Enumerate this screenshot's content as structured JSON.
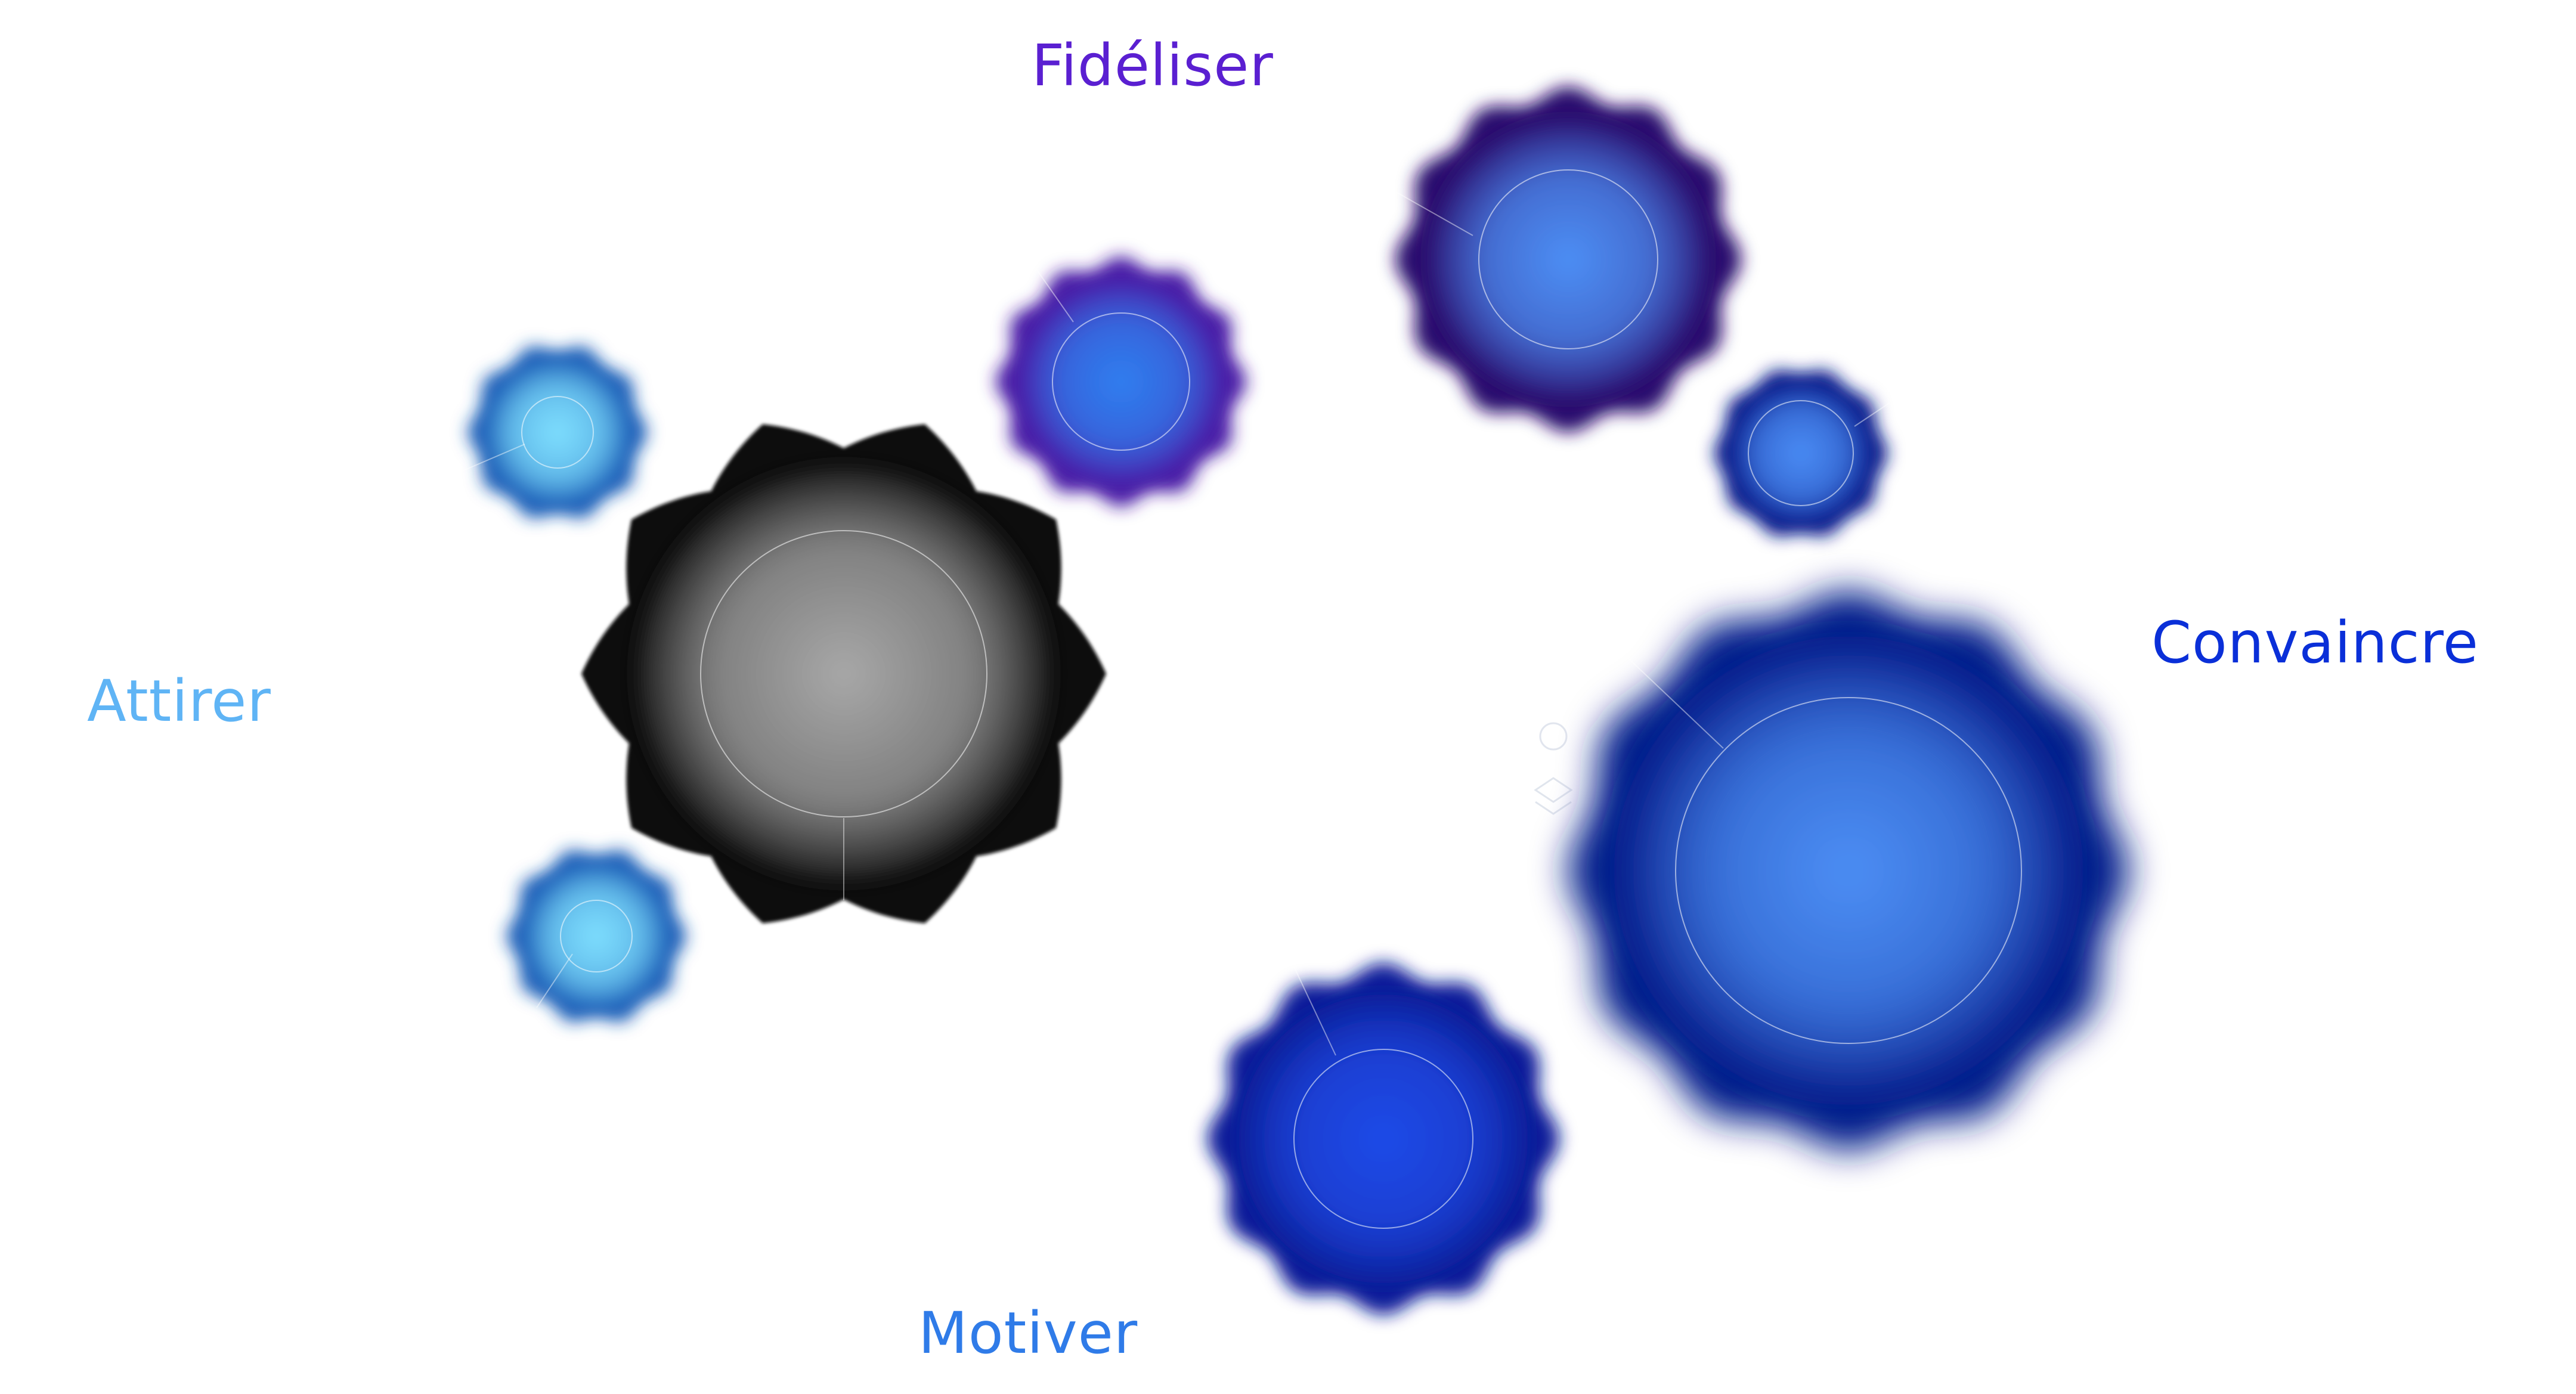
{
  "labels": {
    "attirer": "Attirer",
    "fideliser": "Fidéliser",
    "convaincre": "Convaincre",
    "motiver": "Motiver"
  },
  "colors": {
    "attirer": "#5fb4f5",
    "fideliser": "#5a1fd1",
    "convaincre": "#0a2fd8",
    "motiver": "#2f7be8",
    "background": "#ffffff",
    "hub_dark": "#111111",
    "hub_light": "#b3b3b3",
    "ring": "#ffffff"
  },
  "gears": [
    {
      "id": "hub",
      "color_edge": "#111111",
      "color_center": "#a8a8a8",
      "style": "sharp"
    },
    {
      "id": "attirer-top",
      "color_edge": "#1b5fb8",
      "color_center": "#7fe0ff",
      "style": "soft"
    },
    {
      "id": "attirer-bottom",
      "color_edge": "#1b5fb8",
      "color_center": "#7fe0ff",
      "style": "soft"
    },
    {
      "id": "fideliser-small",
      "color_edge": "#4a1aa6",
      "color_center": "#2f7ff0",
      "style": "soft"
    },
    {
      "id": "fideliser-large",
      "color_edge": "#2a0d6e",
      "color_center": "#4d8ff5",
      "style": "soft"
    },
    {
      "id": "convaincre-small",
      "color_edge": "#081c8c",
      "color_center": "#4a8df5",
      "style": "soft"
    },
    {
      "id": "convaincre-large",
      "color_edge": "#061a8a",
      "color_center": "#4d8ff5",
      "style": "soft"
    },
    {
      "id": "motiver",
      "color_edge": "#0c1f9a",
      "color_center": "#1f4be8",
      "style": "soft"
    }
  ]
}
